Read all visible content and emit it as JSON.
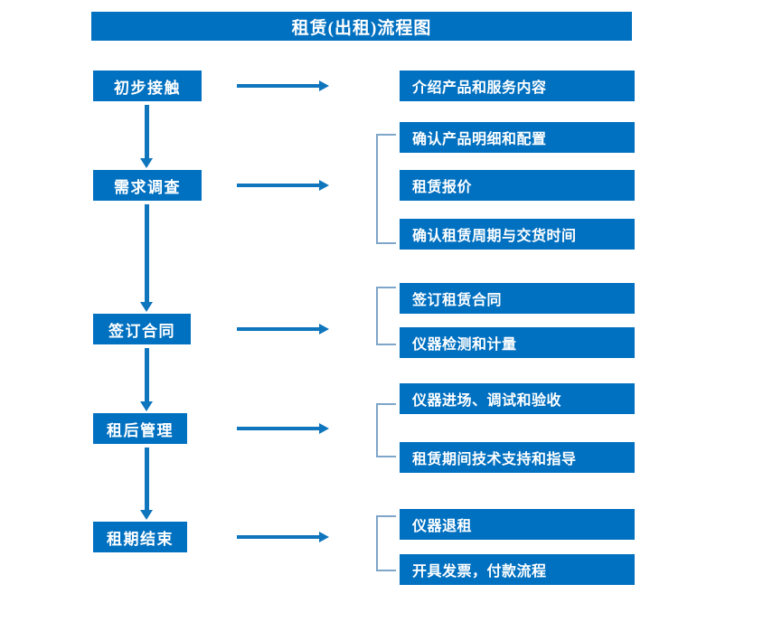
{
  "diagram": {
    "title": "租赁(出租)流程图",
    "colors": {
      "box_fill": "#0070c0",
      "box_text": "#ffffff",
      "arrow": "#0f75bd",
      "bracket": "#7ea6c9",
      "background": "#ffffff"
    },
    "stages": [
      {
        "id": "stage-1",
        "label": "初步接触"
      },
      {
        "id": "stage-2",
        "label": "需求调查"
      },
      {
        "id": "stage-3",
        "label": "签订合同"
      },
      {
        "id": "stage-4",
        "label": "租后管理"
      },
      {
        "id": "stage-5",
        "label": "租期结束"
      }
    ],
    "detail_groups": [
      {
        "id": "group-1",
        "for_stage": "初步接触",
        "bracketed": false,
        "items": [
          {
            "id": "detail-1-1",
            "label": "介绍产品和服务内容"
          }
        ]
      },
      {
        "id": "group-2",
        "for_stage": "需求调查",
        "bracketed": true,
        "items": [
          {
            "id": "detail-2-1",
            "label": "确认产品明细和配置"
          },
          {
            "id": "detail-2-2",
            "label": "租赁报价"
          },
          {
            "id": "detail-2-3",
            "label": "确认租赁周期与交货时间"
          }
        ]
      },
      {
        "id": "group-3",
        "for_stage": "签订合同",
        "bracketed": true,
        "items": [
          {
            "id": "detail-3-1",
            "label": "签订租赁合同"
          },
          {
            "id": "detail-3-2",
            "label": "仪器检测和计量"
          }
        ]
      },
      {
        "id": "group-4",
        "for_stage": "租后管理",
        "bracketed": true,
        "items": [
          {
            "id": "detail-4-1",
            "label": "仪器进场、调试和验收"
          },
          {
            "id": "detail-4-2",
            "label": "租赁期间技术支持和指导"
          }
        ]
      },
      {
        "id": "group-5",
        "for_stage": "租期结束",
        "bracketed": true,
        "items": [
          {
            "id": "detail-5-1",
            "label": "仪器退租"
          },
          {
            "id": "detail-5-2",
            "label": "开具发票，付款流程"
          }
        ]
      }
    ],
    "connectors": {
      "vertical_arrow_icon": "arrow-down-icon",
      "horizontal_arrow_icon": "arrow-right-icon",
      "bracket_icon": "group-bracket-icon"
    }
  }
}
